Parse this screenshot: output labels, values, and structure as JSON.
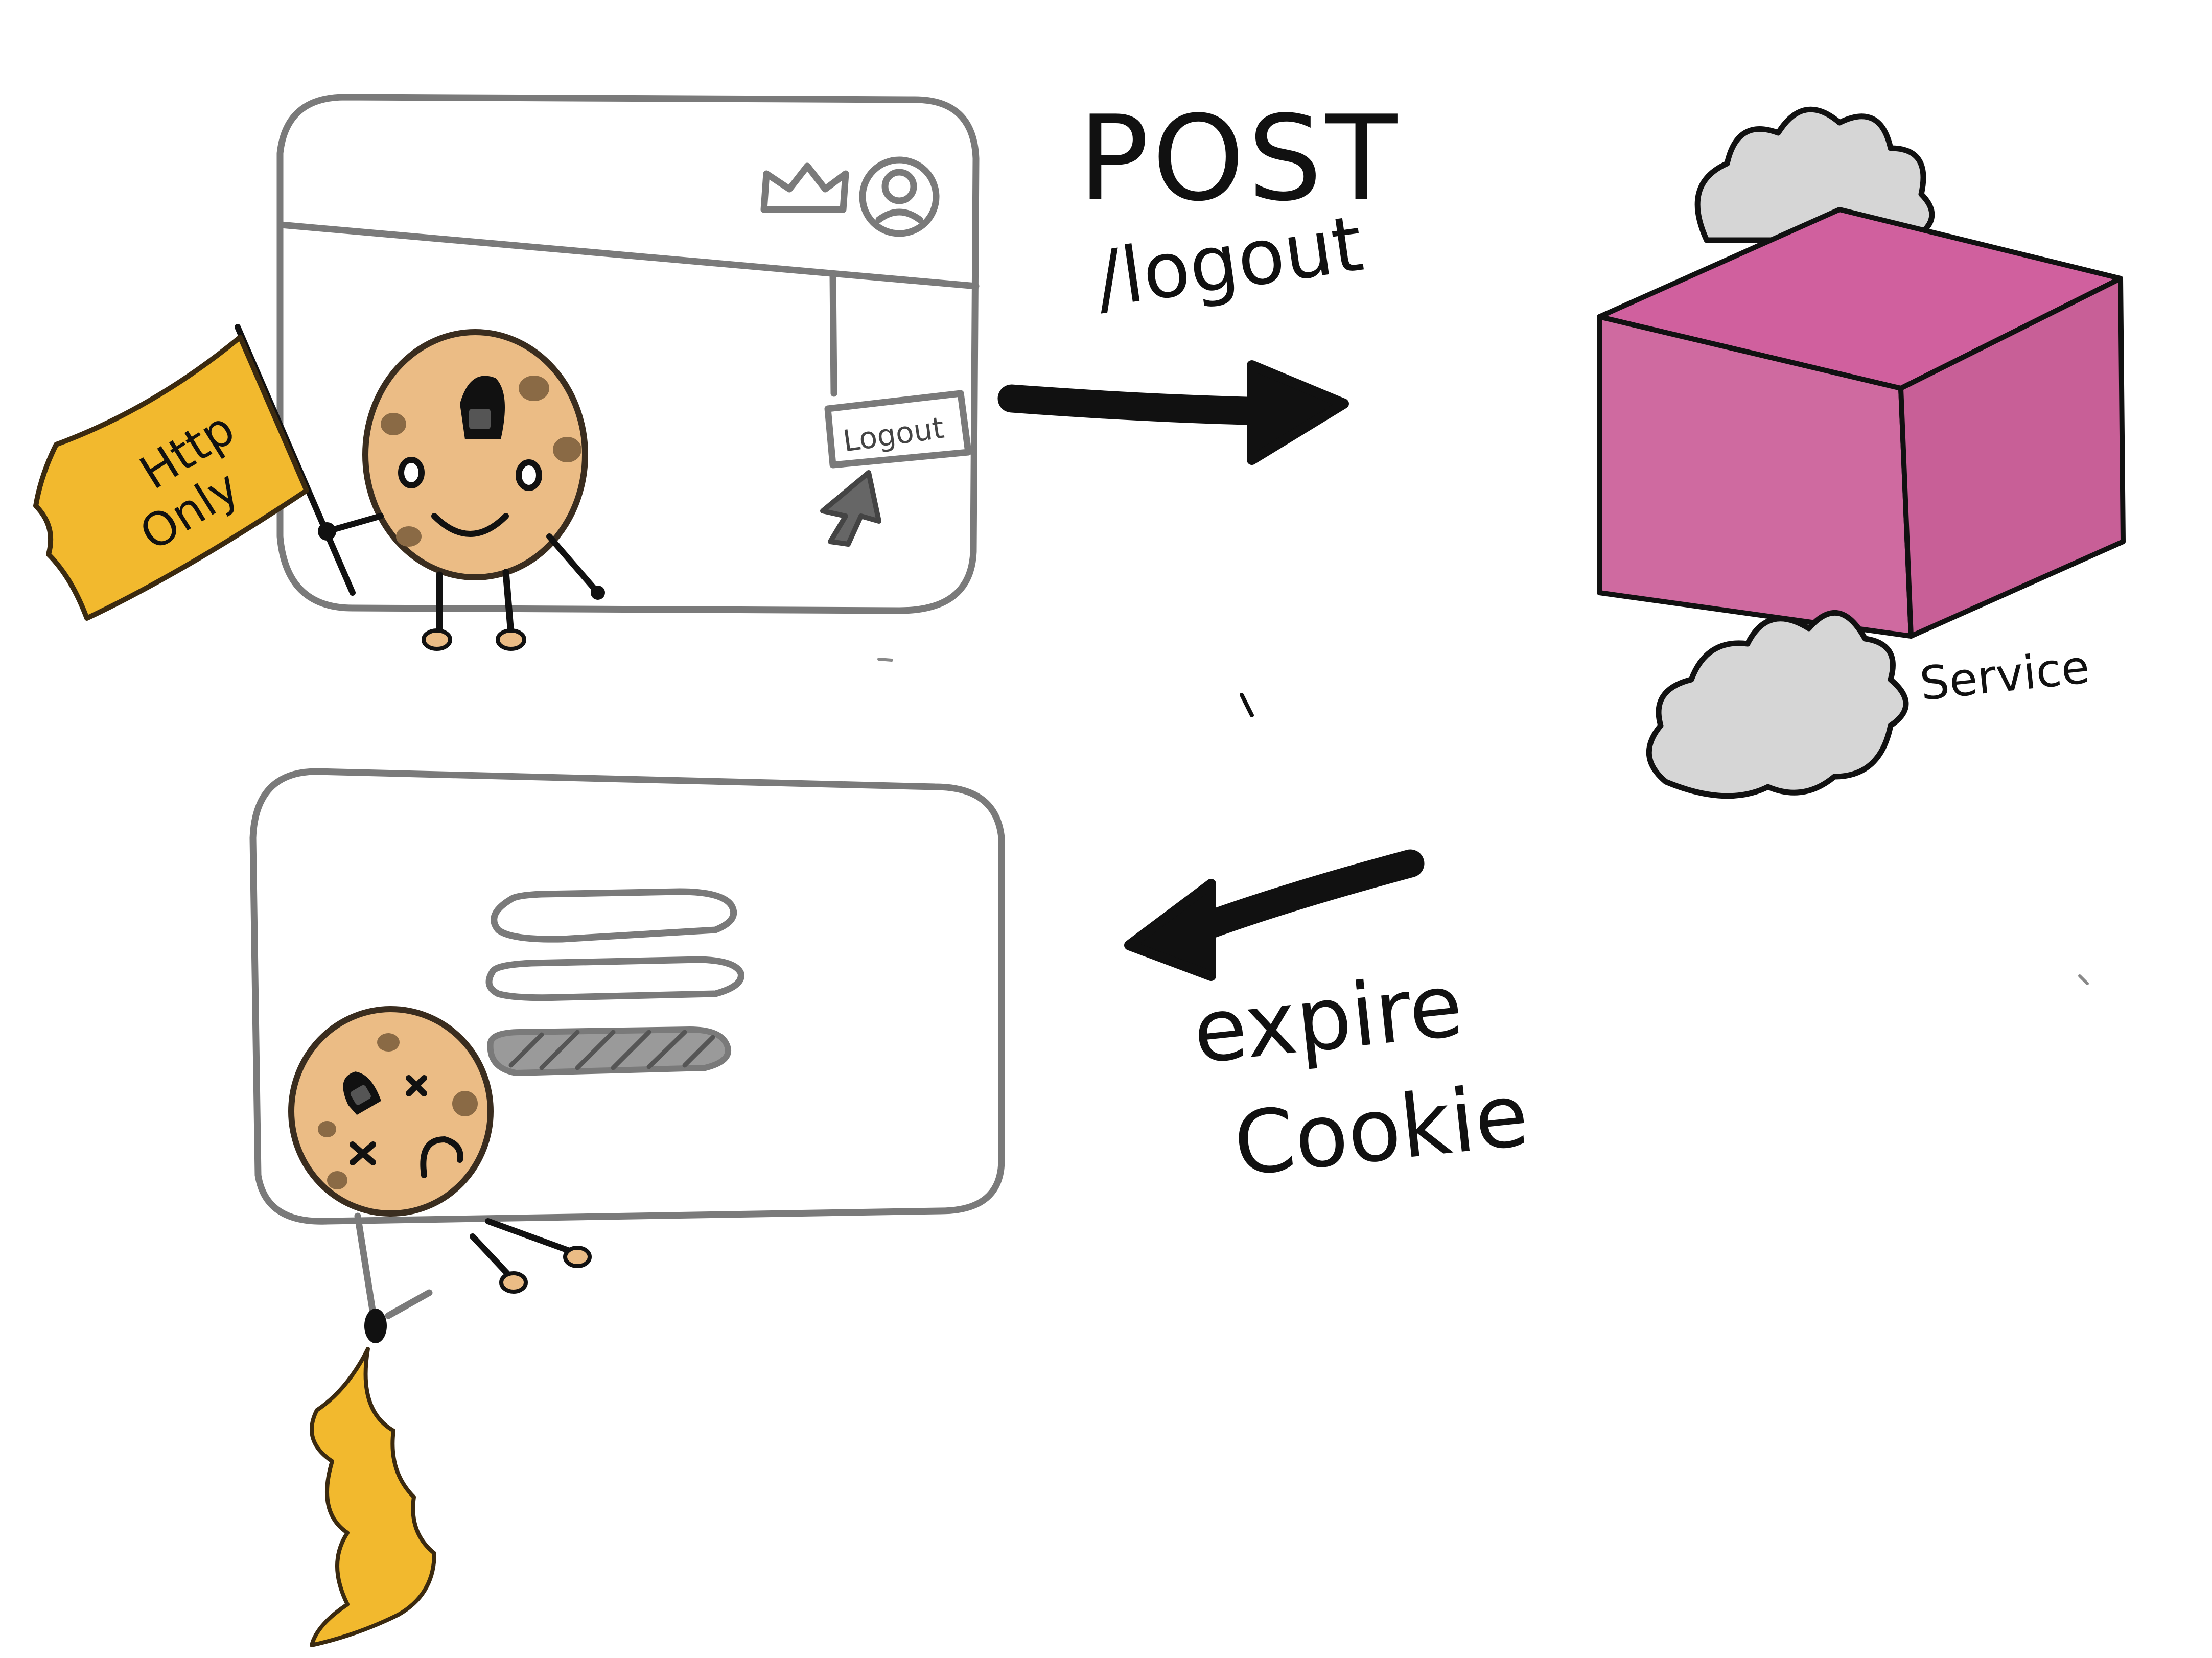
{
  "labels": {
    "request_method": "POST",
    "request_path": "/logout",
    "service_label": "Service",
    "response_line1": "expire",
    "response_line2": "Cookie",
    "logout_button": "Logout",
    "flag_line1": "Http",
    "flag_line2": "Only"
  },
  "icons": {
    "crown": "crown-icon",
    "user": "user-icon",
    "cursor": "cursor-icon",
    "cloud": "cloud-icon",
    "arrow_right": "arrow-right-icon",
    "arrow_left": "arrow-left-icon"
  },
  "colors": {
    "cookie": "#EBBC85",
    "cookie_outline": "#3a2d1f",
    "chip": "#8a6a45",
    "flag": "#F2B92E",
    "service_front": "#CF6AA0",
    "service_side": "#C85F97",
    "service_top": "#D0609E",
    "cloud": "#D6D6D6",
    "window_outline": "#7a7a7a",
    "ink": "#111111"
  }
}
